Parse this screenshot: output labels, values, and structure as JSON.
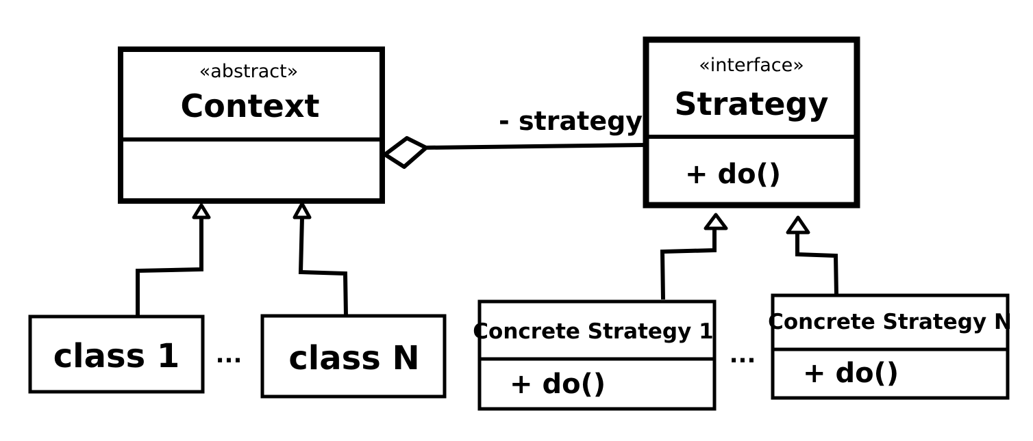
{
  "context": {
    "stereotype": "«abstract»",
    "name": "Context"
  },
  "strategy": {
    "stereotype": "«interface»",
    "name": "Strategy",
    "method": "+ do()"
  },
  "association": {
    "role": "- strategy"
  },
  "context_subclasses": {
    "first": "class 1",
    "ellipsis": "...",
    "last": "class N"
  },
  "concrete_strategies": {
    "first": {
      "name": "Concrete Strategy 1",
      "method": "+ do()"
    },
    "ellipsis": "...",
    "last": {
      "name": "Concrete Strategy N",
      "method": "+ do()"
    }
  }
}
